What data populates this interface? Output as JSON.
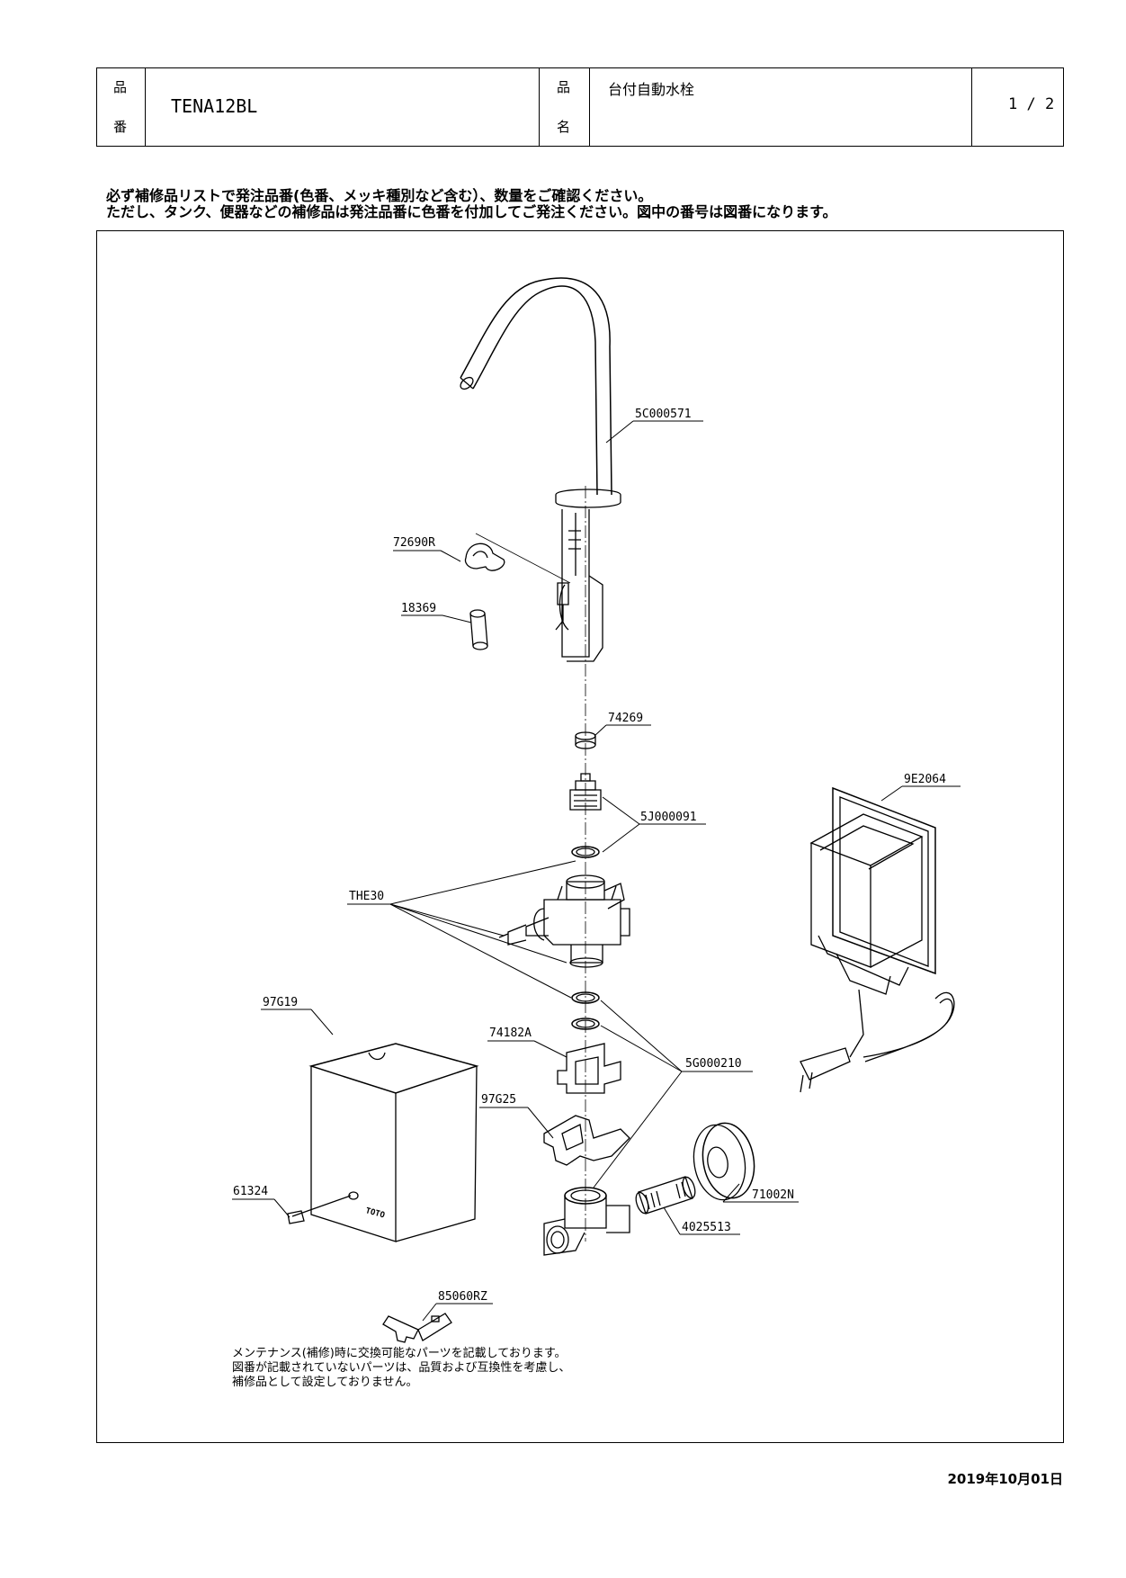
{
  "header": {
    "part_no_label_1": "品",
    "part_no_label_2": "番",
    "part_no": "TENA12BL",
    "name_label_1": "品",
    "name_label_2": "名",
    "name": "台付自動水栓",
    "page": "1 / 2"
  },
  "notice": {
    "line1": "必ず補修品リストで発注品番(色番、メッキ種別など含む）、数量をご確認ください。",
    "line2": "ただし、タンク、便器などの補修品は発注品番に色番を付加してご発注ください。図中の番号は図番になります。"
  },
  "parts": {
    "faucet": "5C000571",
    "clip": "72690R",
    "spacer": "18369",
    "nut": "74269",
    "joint": "5J000091",
    "packing_a": "THE30",
    "controller": "9E2064",
    "cover": "97G19",
    "bracket_a": "74182A",
    "packing_b": "5G000210",
    "bracket_b": "97G25",
    "screw": "61324",
    "flange": "71002N",
    "pipe": "4025513",
    "key": "85060RZ"
  },
  "footer": {
    "line1": "メンテナンス(補修)時に交換可能なパーツを記載しております。",
    "line2": "図番が記載されていないパーツは、品質および互換性を考慮し、",
    "line3": "補修品として設定しておりません。"
  },
  "brand_mark": "TOTO",
  "date": "2019年10月01日"
}
